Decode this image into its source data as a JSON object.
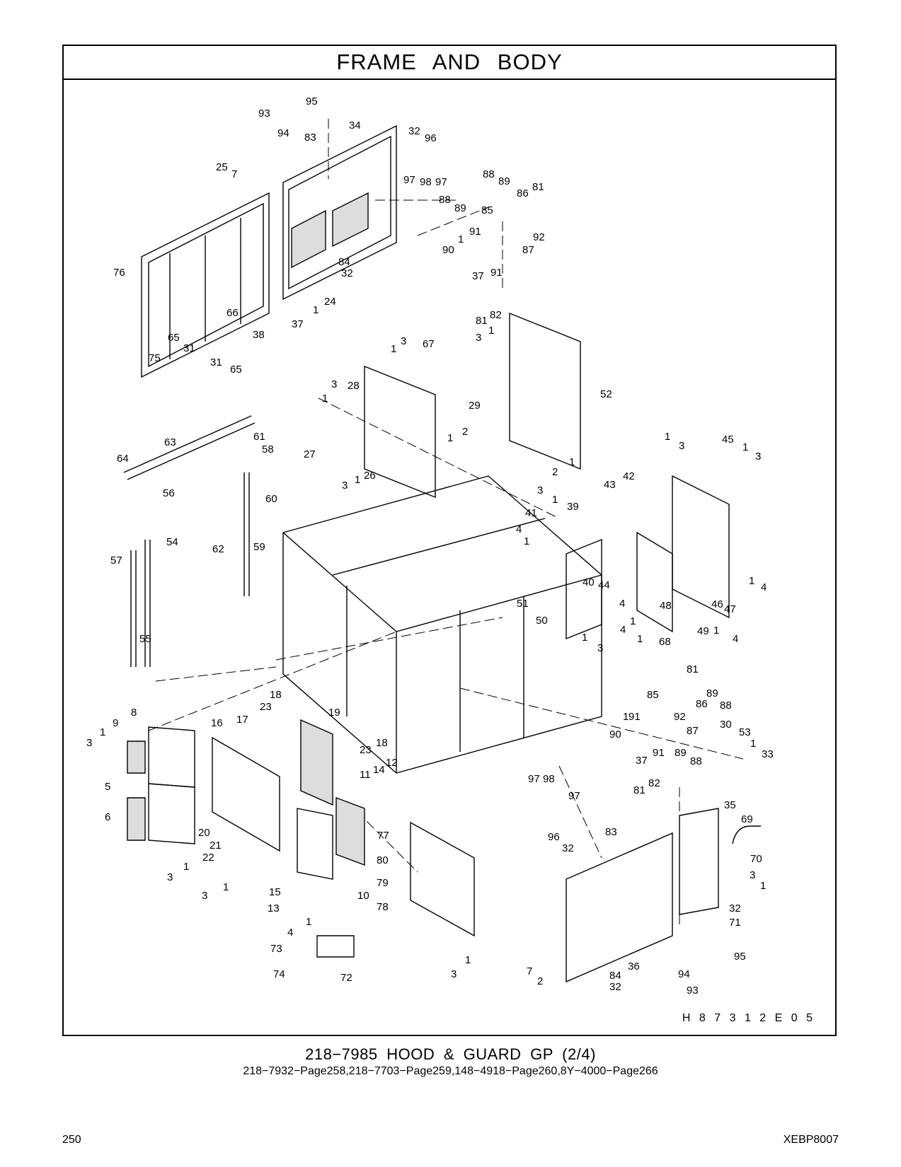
{
  "header": {
    "title": "FRAME AND BODY"
  },
  "drawing": {
    "code": "H 8 7 3 1 2 E    0 5",
    "callouts": [
      "95",
      "93",
      "94",
      "83",
      "34",
      "32",
      "96",
      "25",
      "7",
      "97",
      "98",
      "97",
      "88",
      "89",
      "86",
      "81",
      "88",
      "89",
      "85",
      "92",
      "91",
      "87",
      "90",
      "1",
      "37",
      "91",
      "84",
      "32",
      "76",
      "24",
      "1",
      "37",
      "38",
      "66",
      "65",
      "31",
      "31",
      "65",
      "75",
      "81",
      "82",
      "3",
      "1",
      "1",
      "3",
      "67",
      "52",
      "3",
      "28",
      "29",
      "1",
      "27",
      "1",
      "2",
      "2",
      "1",
      "63",
      "61",
      "58",
      "64",
      "56",
      "60",
      "3",
      "1",
      "26",
      "57",
      "54",
      "62",
      "59",
      "55",
      "45",
      "1",
      "3",
      "1",
      "3",
      "42",
      "43",
      "41",
      "3",
      "1",
      "39",
      "4",
      "1",
      "40",
      "44",
      "4",
      "1",
      "51",
      "50",
      "1",
      "3",
      "4",
      "1",
      "68",
      "48",
      "49",
      "46",
      "47",
      "1",
      "4",
      "1",
      "4",
      "81",
      "85",
      "89",
      "86",
      "88",
      "18",
      "23",
      "19",
      "8",
      "16",
      "17",
      "9",
      "90",
      "1",
      "91",
      "92",
      "87",
      "30",
      "53",
      "1",
      "33",
      "3",
      "1",
      "23",
      "18",
      "37",
      "91",
      "89",
      "88",
      "81",
      "82",
      "14",
      "12",
      "5",
      "11",
      "6",
      "97",
      "98",
      "97",
      "35",
      "69",
      "20",
      "21",
      "77",
      "96",
      "32",
      "83",
      "70",
      "22",
      "3",
      "1",
      "3",
      "1",
      "80",
      "3",
      "1",
      "79",
      "15",
      "10",
      "13",
      "78",
      "32",
      "71",
      "1",
      "4",
      "73",
      "74",
      "72",
      "3",
      "1",
      "95",
      "7",
      "2",
      "36",
      "84",
      "32",
      "94",
      "93"
    ]
  },
  "footer": {
    "group_title": "218−7985  HOOD  &  GUARD  GP  (2/4)",
    "references": "218−7932−Page258,218−7703−Page259,148−4918−Page260,8Y−4000−Page266",
    "page_number": "250",
    "doc_id": "XEBP8007"
  }
}
